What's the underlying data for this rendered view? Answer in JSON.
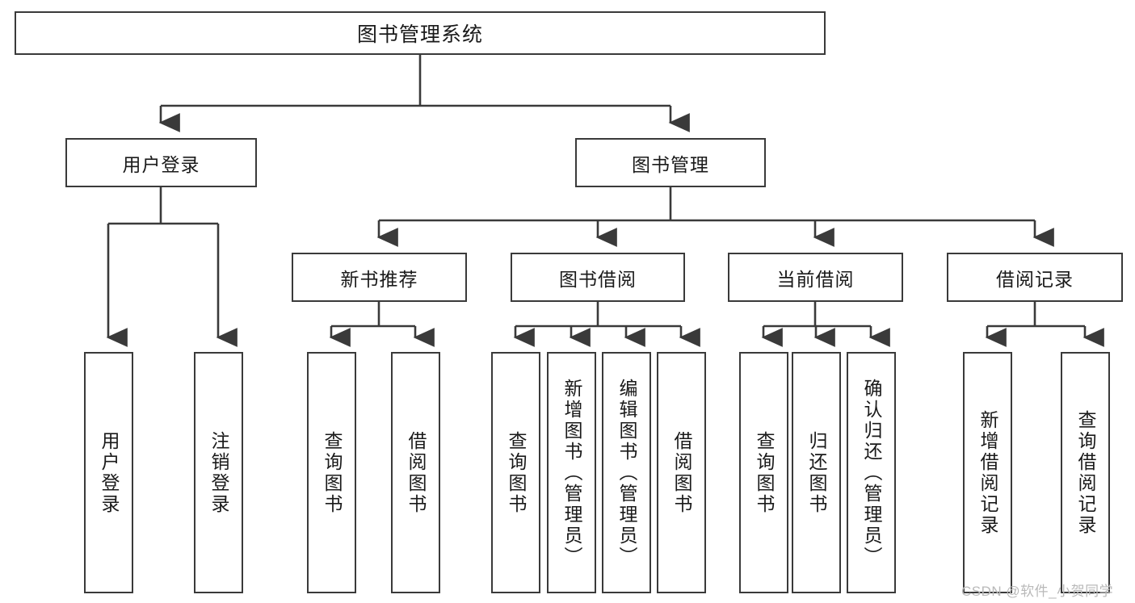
{
  "diagram": {
    "type": "tree-hierarchy",
    "title": "图书管理系统",
    "orientation": "top-down",
    "colors": {
      "box_border": "#3a3a3a",
      "box_fill": "#ffffff",
      "connector": "#3a3a3a",
      "text": "#1a1a1a",
      "watermark": "#b9b9b9",
      "background": "#ffffff"
    },
    "root": {
      "label": "图书管理系统"
    },
    "level2": [
      {
        "id": "user-login",
        "label": "用户登录"
      },
      {
        "id": "book-management",
        "label": "图书管理"
      }
    ],
    "level3": [
      {
        "id": "new-book-recommend",
        "label": "新书推荐",
        "parent": "book-management"
      },
      {
        "id": "book-borrow",
        "label": "图书借阅",
        "parent": "book-management"
      },
      {
        "id": "current-borrow",
        "label": "当前借阅",
        "parent": "book-management"
      },
      {
        "id": "borrow-record",
        "label": "借阅记录",
        "parent": "book-management"
      }
    ],
    "leaves": [
      {
        "id": "leaf-user-login",
        "label": "用户登录",
        "parent": "user-login"
      },
      {
        "id": "leaf-user-logout",
        "label": "注销登录",
        "parent": "user-login"
      },
      {
        "id": "leaf-query-book-1",
        "label": "查询图书",
        "parent": "new-book-recommend"
      },
      {
        "id": "leaf-borrow-book-1",
        "label": "借阅图书",
        "parent": "new-book-recommend"
      },
      {
        "id": "leaf-query-book-2",
        "label": "查询图书",
        "parent": "book-borrow"
      },
      {
        "id": "leaf-add-book",
        "label": "新增图书（管理员）",
        "parent": "book-borrow"
      },
      {
        "id": "leaf-edit-book",
        "label": "编辑图书（管理员）",
        "parent": "book-borrow"
      },
      {
        "id": "leaf-borrow-book-2",
        "label": "借阅图书",
        "parent": "book-borrow"
      },
      {
        "id": "leaf-query-book-3",
        "label": "查询图书",
        "parent": "current-borrow"
      },
      {
        "id": "leaf-return-book",
        "label": "归还图书",
        "parent": "current-borrow"
      },
      {
        "id": "leaf-confirm-return",
        "label": "确认归还（管理员）",
        "parent": "current-borrow"
      },
      {
        "id": "leaf-add-borrow-record",
        "label": "新增借阅记录",
        "parent": "borrow-record"
      },
      {
        "id": "leaf-query-borrow-record",
        "label": "查询借阅记录",
        "parent": "borrow-record"
      }
    ]
  },
  "watermark": {
    "text": "CSDN @软件_小贺同学"
  }
}
